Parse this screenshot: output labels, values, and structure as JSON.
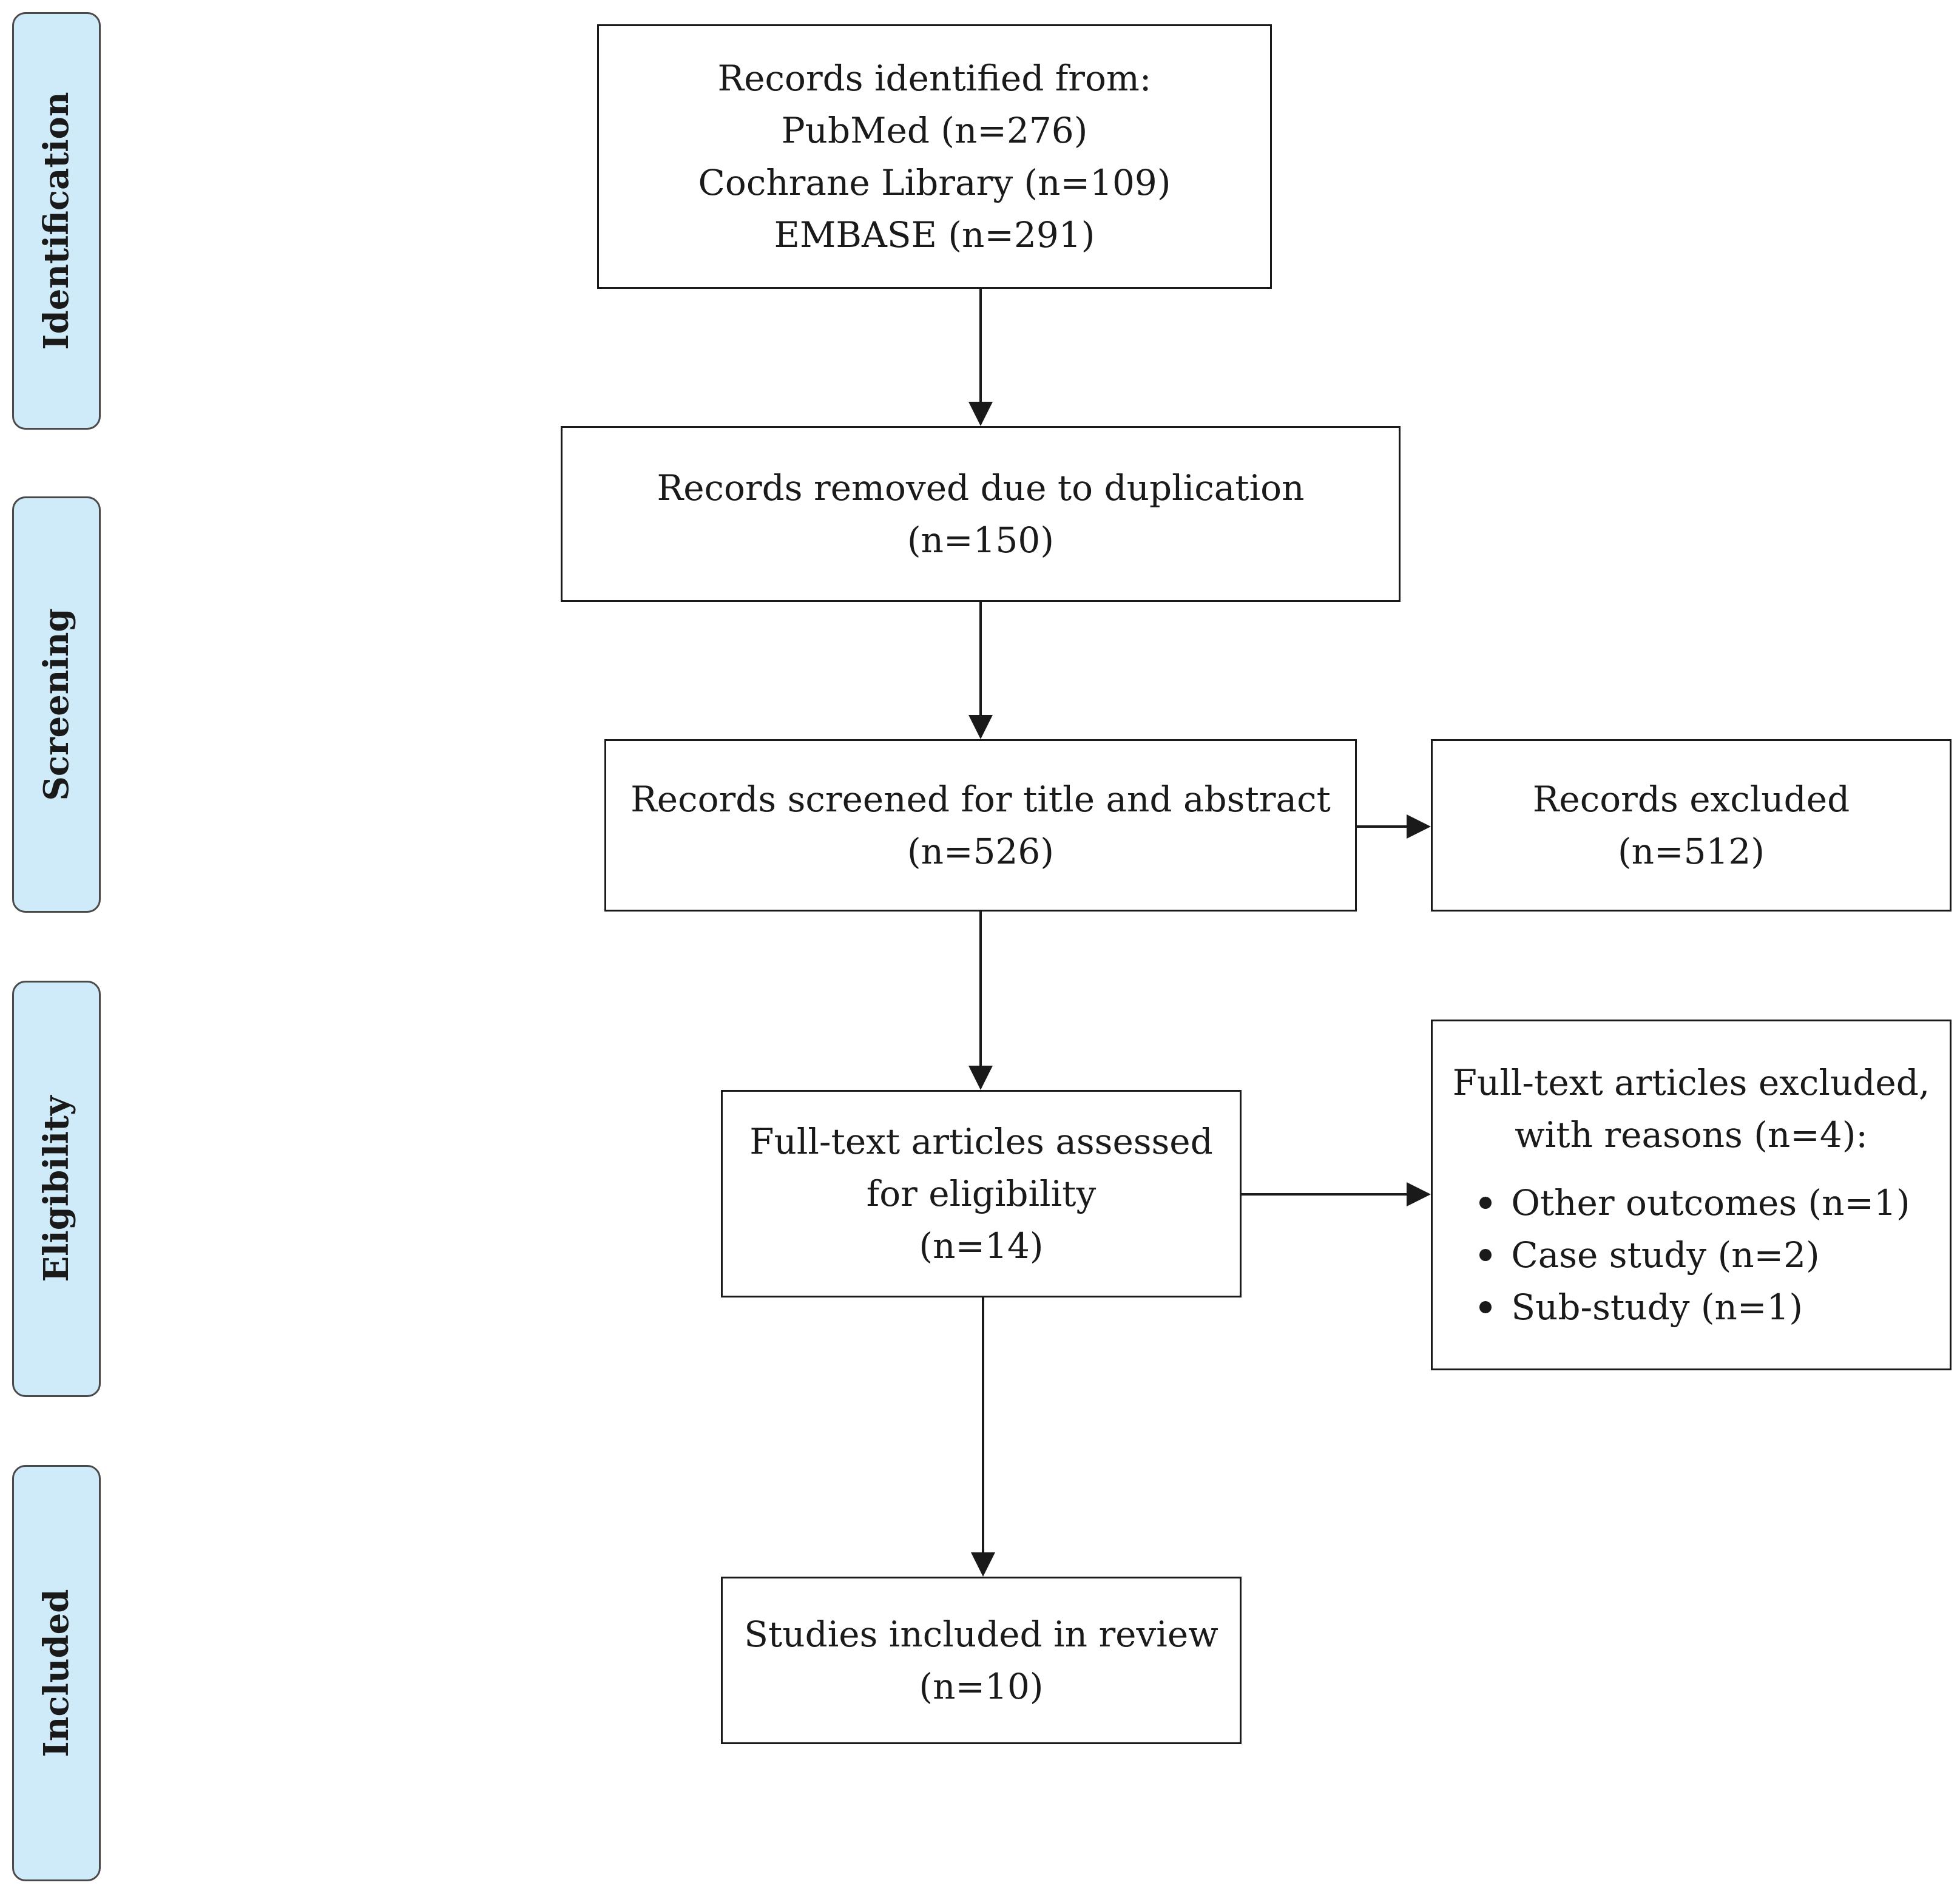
{
  "stages": {
    "identification": "Identification",
    "screening": "Screening",
    "eligibility": "Eligibility",
    "included": "Included"
  },
  "boxes": {
    "identified": {
      "lines": [
        "Records identified from:",
        "PubMed (n=276)",
        "Cochrane Library (n=109)",
        "EMBASE (n=291)"
      ]
    },
    "duplicates": {
      "lines": [
        "Records removed due to duplication",
        "(n=150)"
      ]
    },
    "screened": {
      "lines": [
        "Records screened for title and abstract",
        "(n=526)"
      ]
    },
    "excluded": {
      "lines": [
        "Records excluded",
        "(n=512)"
      ]
    },
    "fulltext": {
      "lines": [
        "Full-text articles assessed",
        "for eligibility",
        "(n=14)"
      ]
    },
    "fulltext_excluded": {
      "lines": [
        "Full-text articles excluded,",
        "with reasons (n=4):"
      ],
      "reasons": [
        "Other outcomes (n=1)",
        "Case study (n=2)",
        "Sub-study (n=1)"
      ]
    },
    "included": {
      "lines": [
        "Studies included in review",
        "(n=10)"
      ]
    }
  },
  "colors": {
    "stage_fill": "#cfeaf8",
    "stage_border": "#4a4a4a",
    "box_border": "#1a1a1a",
    "arrow": "#1a1a1a"
  }
}
